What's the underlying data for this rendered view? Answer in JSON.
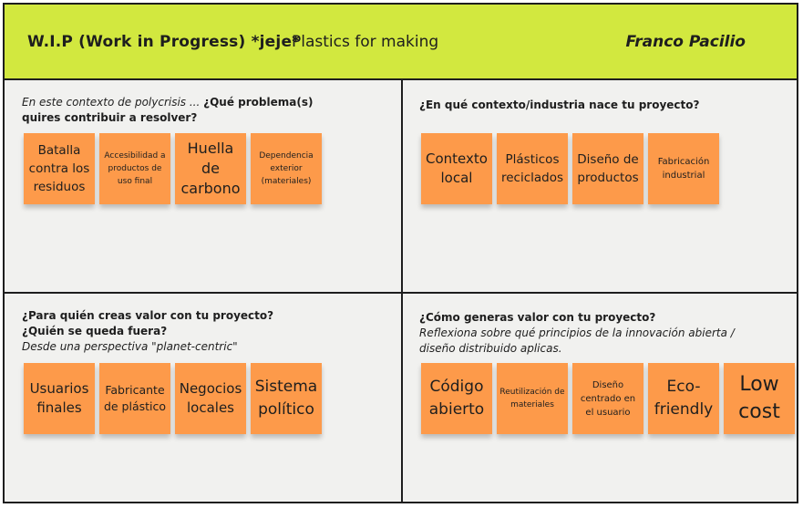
{
  "header": {
    "title": "W.I.P (Work in Progress) *jeje*",
    "subtitle": "Plastics for making",
    "author": "Franco Pacilio"
  },
  "q1": {
    "lead_italic": "En este contexto de polycrisis ... ",
    "question": "¿Qué problema(s) quires contribuir a resolver?",
    "notes": [
      "Batalla contra los residuos",
      "Accesibilidad a productos de uso final",
      "Huella de carbono",
      "Dependencia exterior (materiales)"
    ]
  },
  "q2": {
    "question": "¿En qué contexto/industria nace tu proyecto?",
    "notes": [
      "Contexto local",
      "Plásticos reciclados",
      "Diseño de productos",
      "Fabricación industrial"
    ]
  },
  "q3": {
    "question_line1": "¿Para quién creas valor con tu proyecto?",
    "question_line2": "¿Quién se queda fuera?",
    "sub_italic": "Desde una perspectiva \"planet-centric\"",
    "notes": [
      "Usuarios finales",
      "Fabricante de plástico",
      "Negocios locales",
      "Sistema político"
    ]
  },
  "q4": {
    "question": "¿Cómo generas valor con tu proyecto?",
    "sub_italic": "Reflexiona sobre qué principios de la innovación abierta / diseño distribuido aplicas.",
    "notes": [
      "Código abierto",
      "Reutilización de materiales",
      "Diseño centrado en el usuario",
      "Eco-friendly",
      "Low cost"
    ]
  },
  "colors": {
    "header_bg": "#d2e83f",
    "sticky_note": "#fd9a4a",
    "board_bg": "#f1f1ef",
    "border": "#1e1e1e"
  }
}
